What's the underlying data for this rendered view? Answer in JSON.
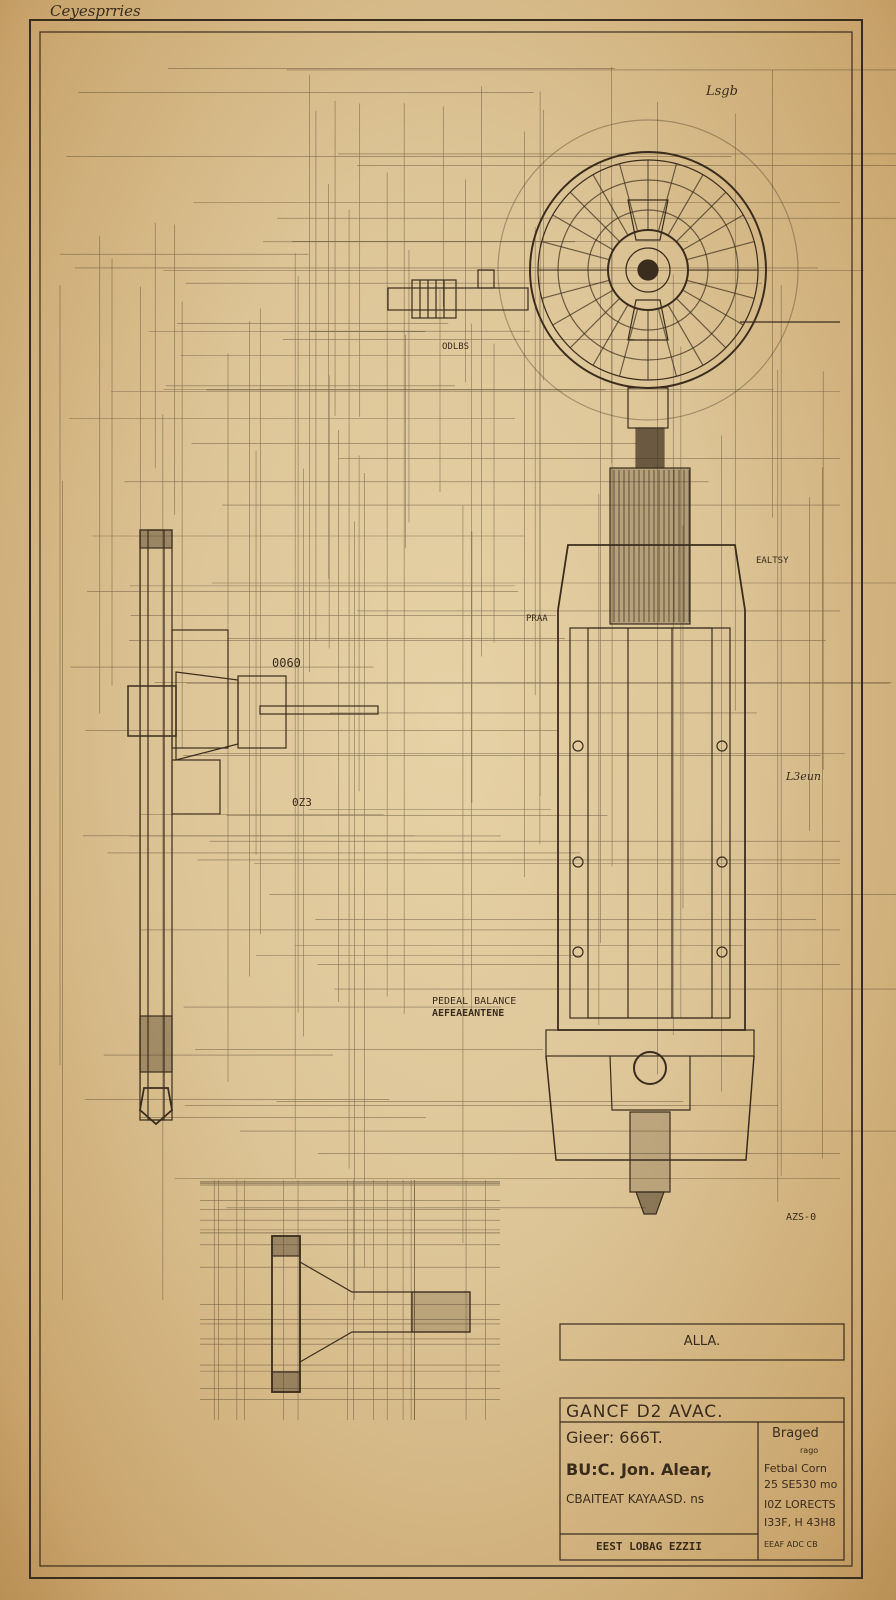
{
  "sheet": {
    "corner_label": "Ceyesprries",
    "top_label": "Lsgb",
    "alla_box": "ALLA.",
    "annotations": {
      "a1": "0060",
      "a2": "0Z3",
      "a3": "PEDEAL BALANCE",
      "a4": "AEFEAEANTENE",
      "a5": "L3eun",
      "a6": "EALTSY",
      "a7": "AZS-0",
      "a8": "ODLBS",
      "a9": "PRAA"
    }
  },
  "title_block": {
    "title": "GANCF D2 AVAC.",
    "drawing_no": "Gieer: 666T.",
    "author": "BU:C. Jon. Alear,",
    "subtitle": "CBAITEAT KAYAASD. ns",
    "footer": "EEST LOBAG EZZII",
    "right_header": "Braged",
    "right_small": "rago",
    "right_lines": [
      "Fetbal Corn",
      "25 SE530 mo",
      "I0Z LORECTS",
      "I33F, H 43H8",
      "EEAF ADC CB"
    ],
    "colors": {
      "ink": "#3b2d1d",
      "paper": "#dcc496"
    }
  }
}
